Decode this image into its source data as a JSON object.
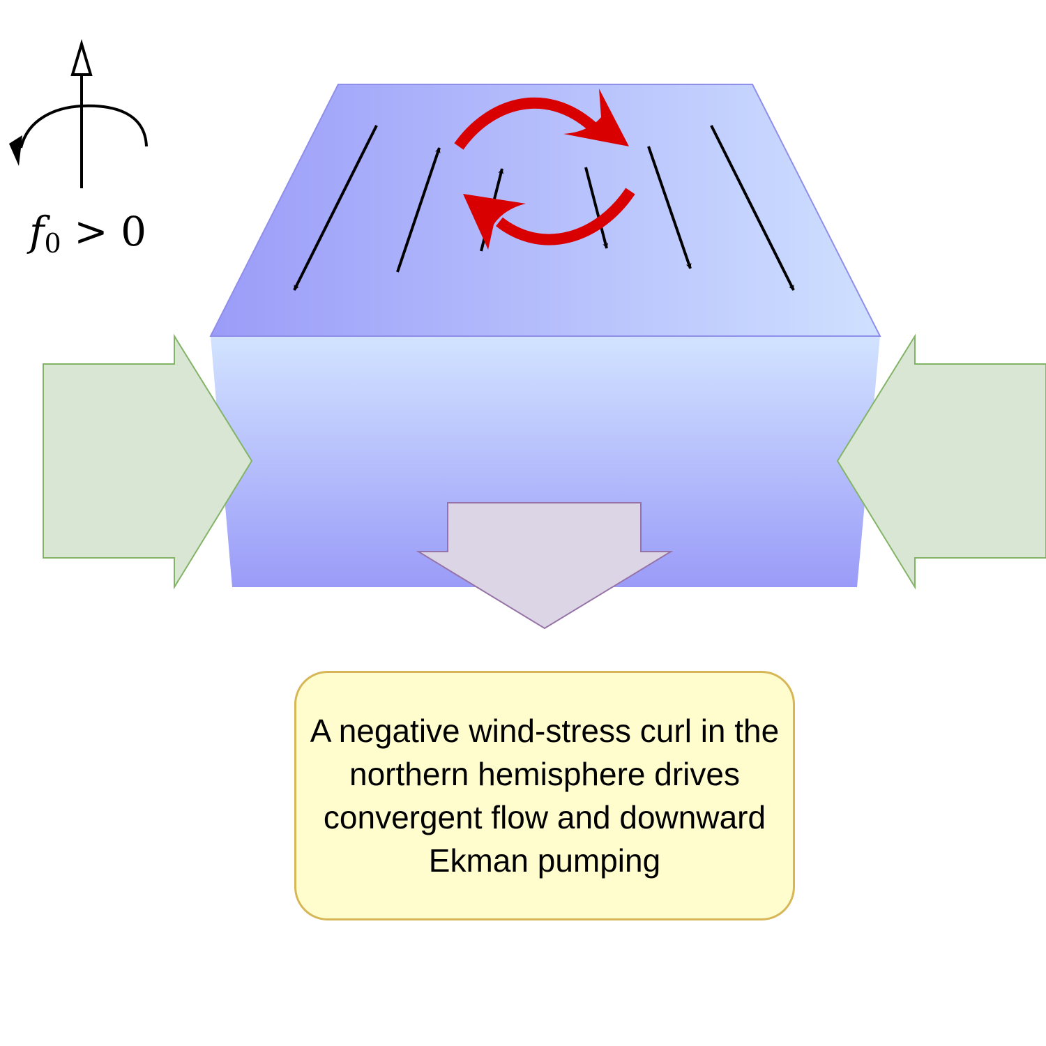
{
  "symbol": {
    "f_letter": "f",
    "f_subscript": "0",
    "relation": " > 0"
  },
  "caption": {
    "text": "A negative wind-stress curl in the northern hemisphere drives convergent flow and downward Ekman pumping"
  },
  "colors": {
    "block_dark": "#9b9cf8",
    "block_light": "#d0e2ff",
    "block_stroke": "#8f8ee8",
    "inflow_fill": "#d9e6d4",
    "inflow_stroke": "#82b366",
    "outflow_fill": "#dcd5e6",
    "outflow_stroke": "#9673a6",
    "gyre": "#d80000",
    "caption_fill": "#fffccd",
    "caption_stroke": "#d6b656"
  },
  "icons": {
    "rotation": "rotation-axis-icon",
    "gyre": "anticyclonic-gyre-icon"
  }
}
